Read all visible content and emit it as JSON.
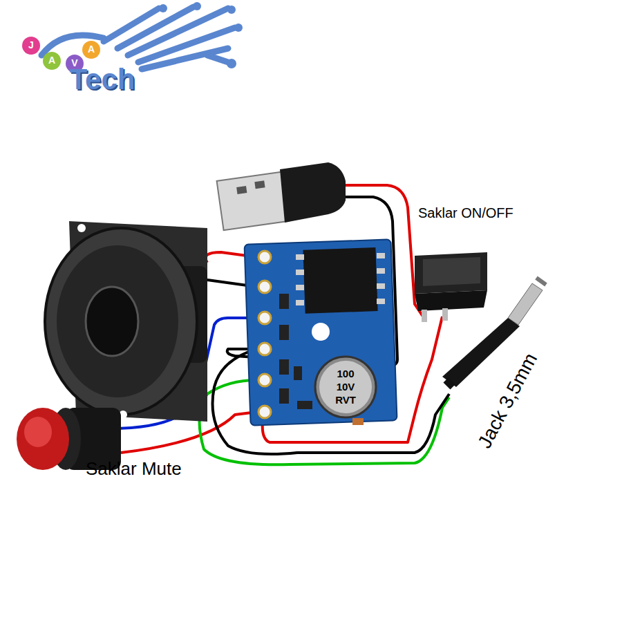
{
  "diagram": {
    "labels": [
      "J",
      "A",
      "V",
      "A",
      "Tech",
      "Saklar ON/OFF",
      "Jack 3,5mm",
      "Saklar Mute",
      "100",
      "10V",
      "RVT"
    ]
  }
}
